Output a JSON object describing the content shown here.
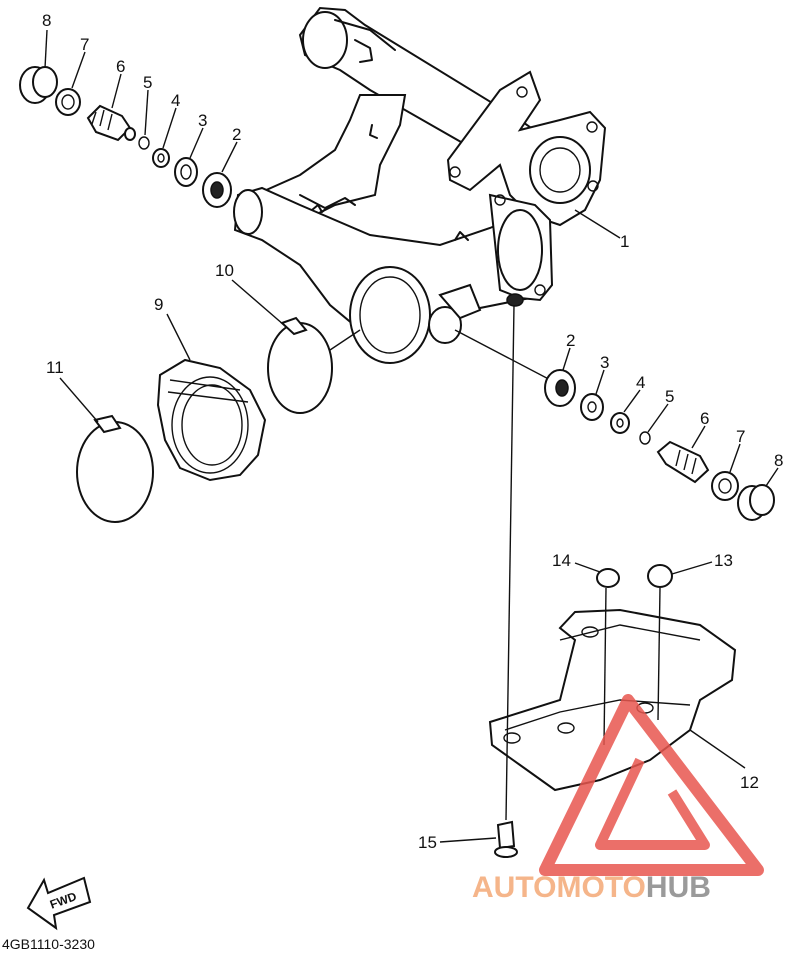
{
  "diagram": {
    "part_code": "4GB1110-3230",
    "fwd_label": "FWD",
    "callouts": [
      "1",
      "2",
      "3",
      "4",
      "5",
      "6",
      "7",
      "8",
      "9",
      "10",
      "11",
      "12",
      "13",
      "14",
      "15"
    ]
  },
  "watermark": {
    "prefix": "AUTOMOTO",
    "suffix": "HUB",
    "colors": {
      "prefix": "#f5b58a",
      "suffix": "#9a9a9a",
      "triangle": "#e8574f"
    }
  }
}
